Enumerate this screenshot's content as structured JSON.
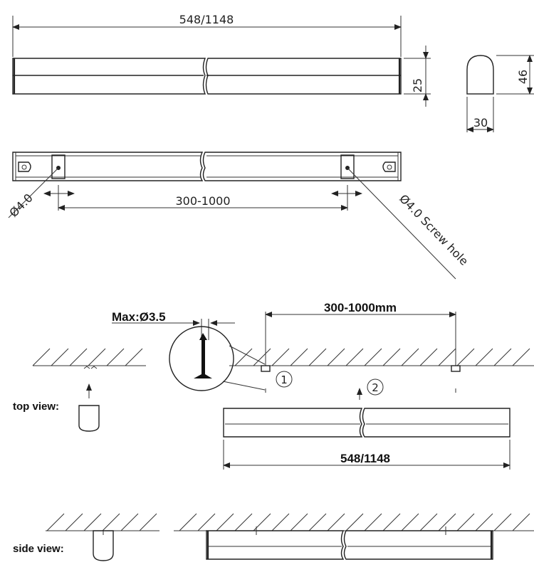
{
  "top_drawing": {
    "length_label": "548/1148",
    "height_label": "25"
  },
  "end_view": {
    "height_label": "46",
    "width_label": "30"
  },
  "back_drawing": {
    "hole_left_label": "Ø4.0",
    "spacing_label": "300-1000",
    "hole_right_label": "Ø4.0 Screw hole"
  },
  "install": {
    "max_screw_label": "Max:Ø3.5",
    "spacing_label": "300-1000mm",
    "step1_label": "1",
    "step2_label": "2",
    "length_label": "548/1148",
    "top_view_label": "top view:",
    "side_view_label": "side view:"
  }
}
